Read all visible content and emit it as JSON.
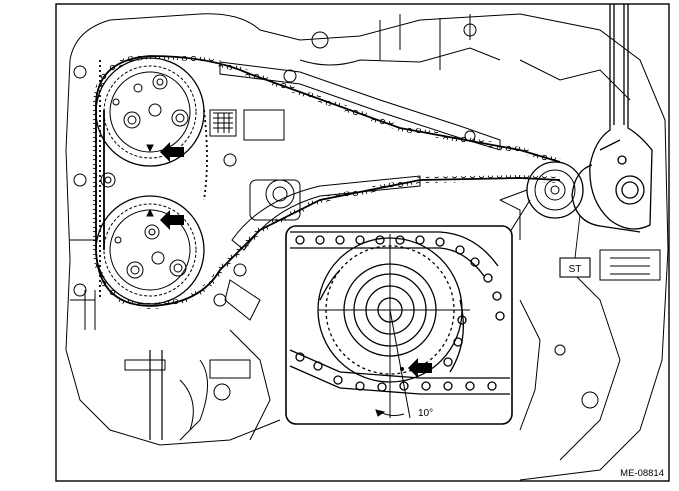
{
  "labels": {
    "special_tool": "ST",
    "angle": "10°",
    "figure_code": "ME-08814"
  },
  "colors": {
    "line": "#000000",
    "background": "#ffffff"
  },
  "icons": {
    "timing_marks": "arrow-left-icon"
  }
}
